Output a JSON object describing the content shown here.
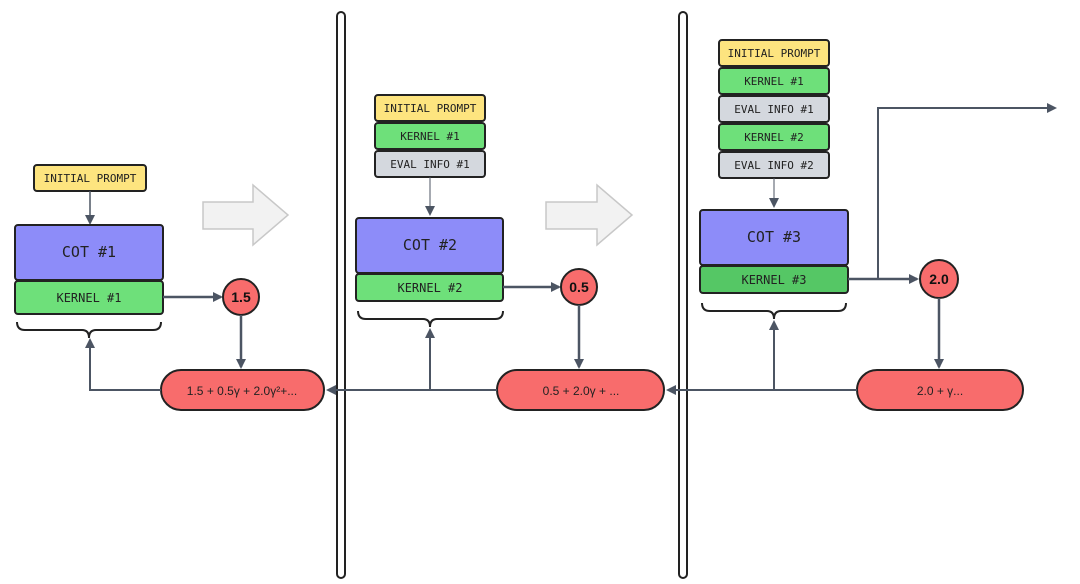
{
  "colors": {
    "prompt": "#fde47f",
    "kernel": "#6ee07a",
    "kernel_dark": "#55c765",
    "eval": "#d4d8de",
    "cot": "#8d8cf9",
    "reward": "#f86c6c",
    "outline": "#222222",
    "arrow": "#4c5563",
    "divider": "#ffffff",
    "hollow_arrow_fill": "#f2f2f2",
    "hollow_arrow_stroke": "#c8c8c8"
  },
  "stages": [
    {
      "context": [
        "INITIAL PROMPT"
      ],
      "cot_label": "COT #1",
      "kernel_label": "KERNEL #1",
      "reward": "1.5",
      "return_label": "1.5 + 0.5γ + 2.0γ²+..."
    },
    {
      "context": [
        "INITIAL PROMPT",
        "KERNEL #1",
        "EVAL INFO #1"
      ],
      "cot_label": "COT #2",
      "kernel_label": "KERNEL #2",
      "reward": "0.5",
      "return_label": "0.5 + 2.0γ + ..."
    },
    {
      "context": [
        "INITIAL PROMPT",
        "KERNEL #1",
        "EVAL INFO #1",
        "KERNEL #2",
        "EVAL INFO #2"
      ],
      "cot_label": "COT #3",
      "kernel_label": "KERNEL #3",
      "reward": "2.0",
      "return_label": "2.0 + γ..."
    }
  ]
}
